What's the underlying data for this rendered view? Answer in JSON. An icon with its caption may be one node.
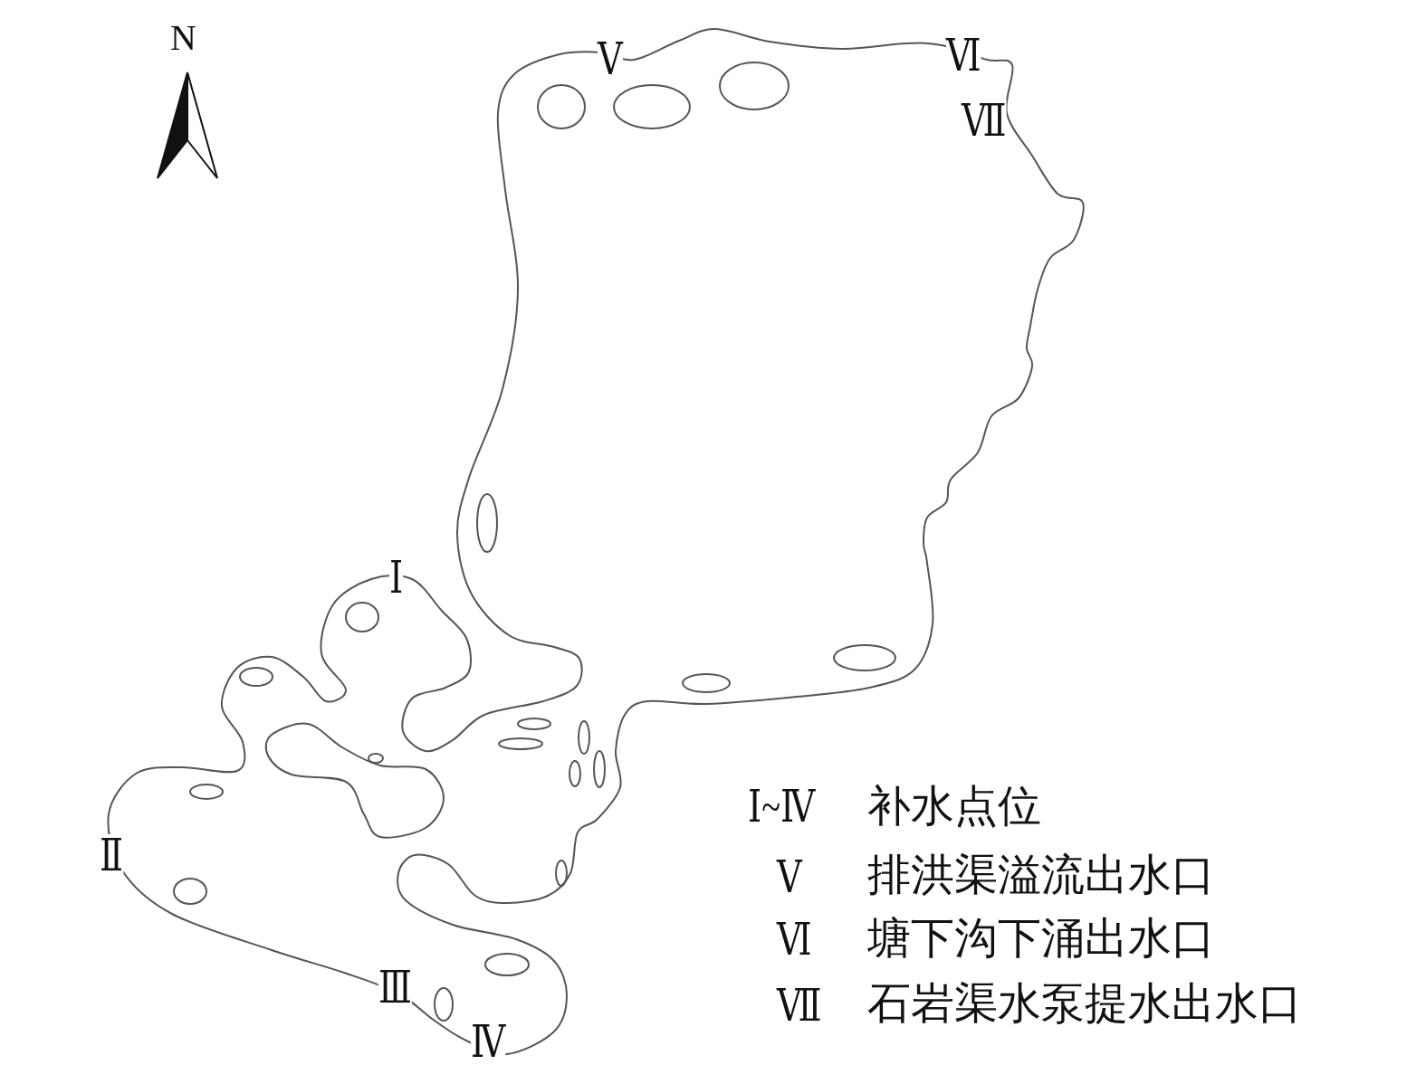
{
  "diagram": {
    "labels": [
      "N",
      "Ⅴ",
      "Ⅵ",
      "Ⅶ",
      "Ⅰ",
      "Ⅱ",
      "Ⅲ",
      "Ⅳ",
      "Ⅰ~Ⅳ",
      "补水点位",
      "Ⅴ",
      "排洪渠溢流出水口",
      "Ⅵ",
      "塘下沟下涌出水口",
      "Ⅶ",
      "石岩渠水泵提水出水口"
    ]
  }
}
